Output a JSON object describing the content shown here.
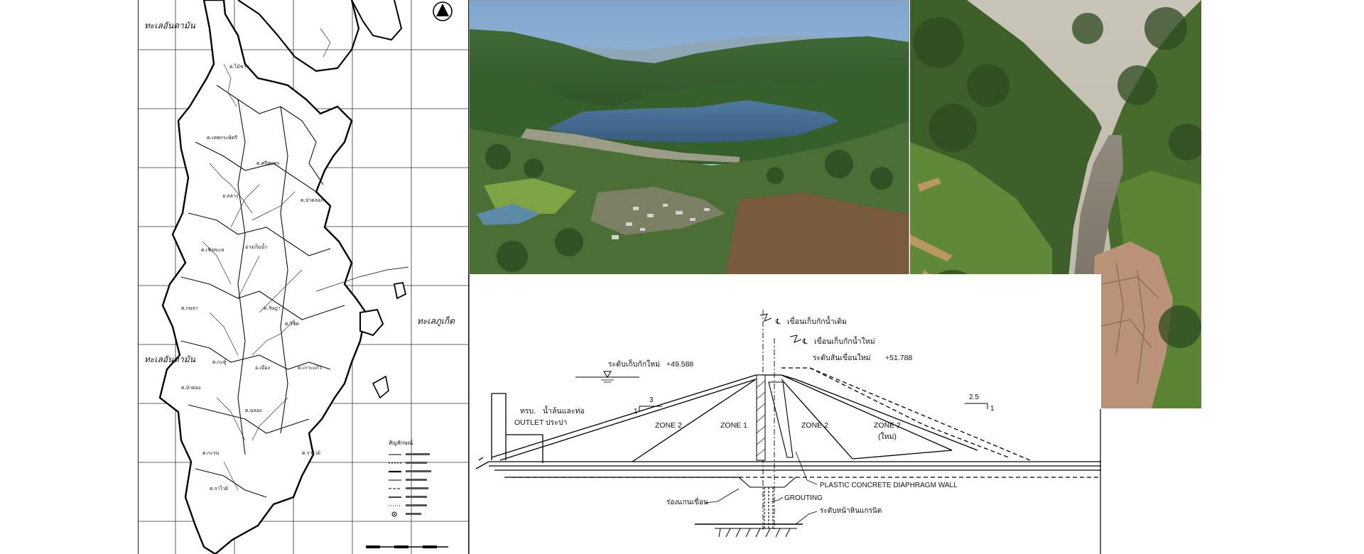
{
  "map": {
    "sea_top_left": "ทะเลอันดามัน",
    "sea_bottom_left": "ทะเลอันดามัน",
    "sea_right": "ทะเลภูเก็ต",
    "legend_title": "สัญลักษณ์"
  },
  "section": {
    "old_dam_axis": "เขื่อนเก็บกักน้ำเดิม",
    "new_dam_axis": "เขื่อนเก็บกักน้ำใหม่",
    "new_crest": "ระดับสันเขื่อนใหม่",
    "new_crest_value": "+51.788",
    "new_storage": "ระดับเก็บกักใหม่",
    "new_storage_value": "+49.588",
    "slope_left": "3",
    "slope_right": "2.5",
    "slope_unit": "1",
    "zone2_left": "ZONE 2",
    "zone1": "ZONE 1",
    "zone2_mid": "ZONE 2",
    "zone2_new": "ZONE 2",
    "zone2_new_sub": "(ใหม่)",
    "outlet_abbr": "ทรบ.",
    "outlet_thai": "น้ำล้นและท่อ",
    "outlet_en": "OUTLET",
    "outlet_thai2": "ประปา",
    "diaphragm": "PLASTIC  CONCRETE  DIAPHRAGM  WALL",
    "grouting": "GROUTING",
    "core_trench": "ร่องแกนเขื่อน",
    "bedrock": "ระดับหน้าหินแกรนิต"
  }
}
